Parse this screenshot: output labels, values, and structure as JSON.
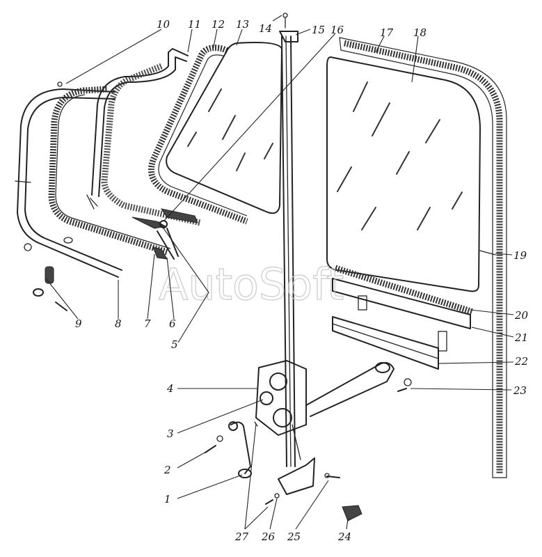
{
  "watermark": "AutoSoft",
  "callouts": [
    "10",
    "11",
    "12",
    "13",
    "14",
    "15",
    "16",
    "17",
    "18",
    "19",
    "20",
    "21",
    "22",
    "23",
    "24",
    "25",
    "26",
    "27",
    "1",
    "2",
    "3",
    "4",
    "5",
    "6",
    "7",
    "8",
    "9"
  ]
}
